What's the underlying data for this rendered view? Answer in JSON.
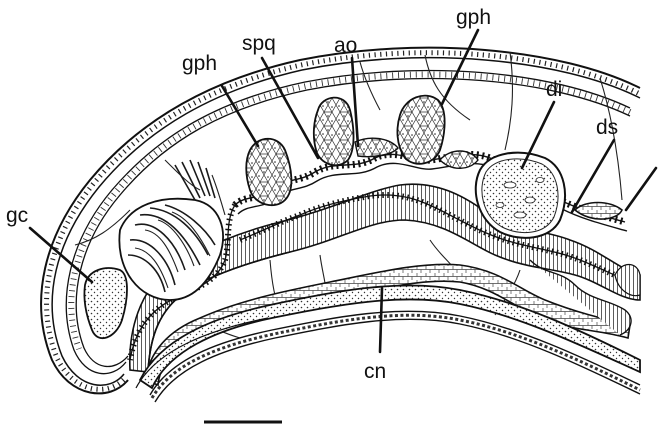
{
  "figure": {
    "labels": {
      "gc": "gc",
      "gph_left": "gph",
      "spq": "spq",
      "ao": "ao",
      "gph_right": "gph",
      "di": "di",
      "ds": "ds",
      "cn": "cn"
    },
    "scale_bar": {
      "text": ""
    }
  }
}
